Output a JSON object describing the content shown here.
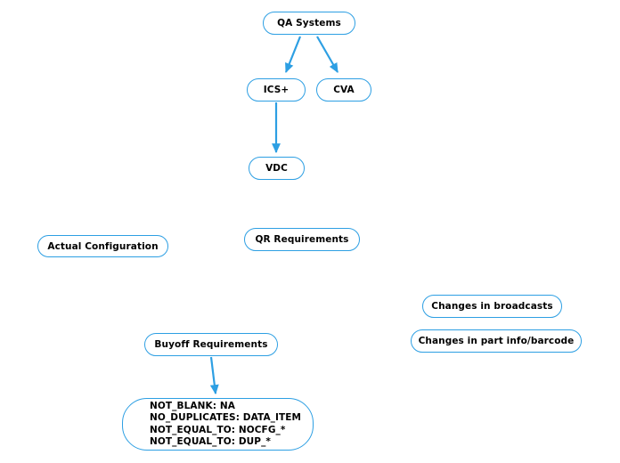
{
  "diagram": {
    "background_color": "#ffffff",
    "accent_color": "#2d9fe3",
    "text_color": "#000000",
    "nodes": {
      "qa_systems": {
        "label": "QA Systems"
      },
      "ics_plus": {
        "label": "ICS+"
      },
      "cva": {
        "label": "CVA"
      },
      "vdc": {
        "label": "VDC"
      },
      "actual_configuration": {
        "label": "Actual Configuration"
      },
      "qr_requirements": {
        "label": "QR Requirements"
      },
      "changes_in_broadcasts": {
        "label": "Changes in broadcasts"
      },
      "changes_in_part_info": {
        "label": "Changes in part info/barcode"
      },
      "buyoff_requirements": {
        "label": "Buyoff Requirements"
      },
      "validation_rules": {
        "lines": [
          "NOT_BLANK: NA",
          "NO_DUPLICATES: DATA_ITEM",
          "NOT_EQUAL_TO: NOCFG_*",
          "NOT_EQUAL_TO: DUP_*"
        ]
      }
    },
    "edges": [
      {
        "from": "QA Systems",
        "to": "ICS+"
      },
      {
        "from": "QA Systems",
        "to": "CVA"
      },
      {
        "from": "ICS+",
        "to": "VDC"
      },
      {
        "from": "Buyoff Requirements",
        "to": "validation_rules"
      }
    ]
  }
}
